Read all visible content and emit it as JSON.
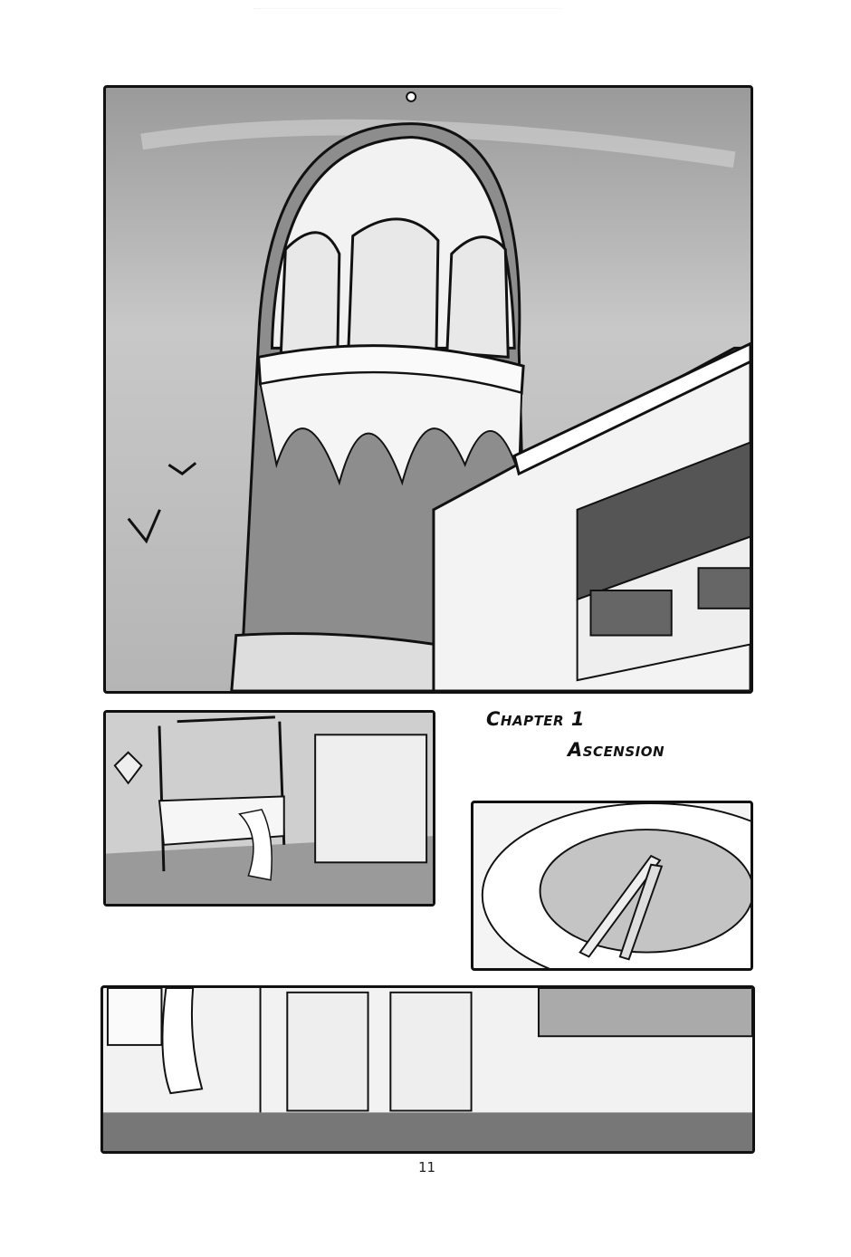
{
  "chapter": {
    "label": "Chapter 1",
    "title": "Ascension"
  },
  "page_number": "11"
}
